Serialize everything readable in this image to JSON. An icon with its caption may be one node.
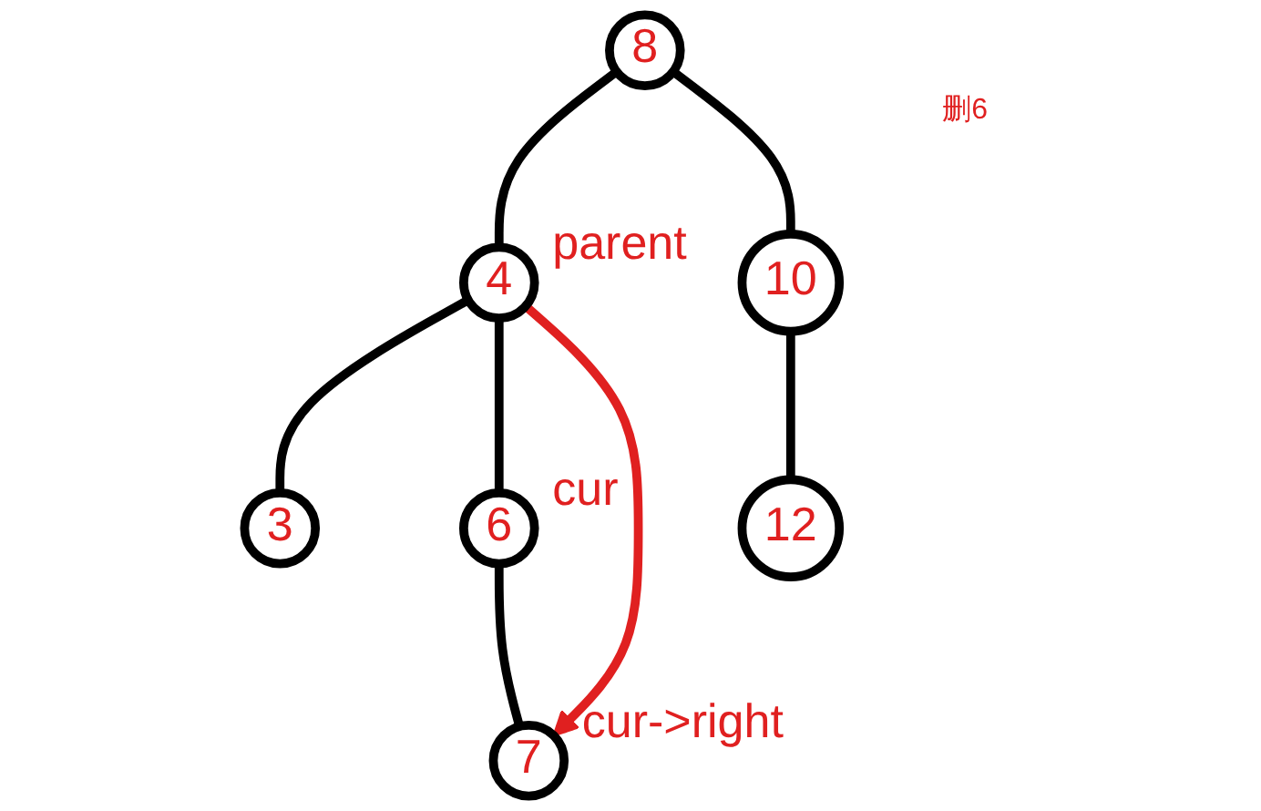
{
  "diagram": {
    "nodes": [
      {
        "text": [
          "8"
        ]
      },
      {
        "text": [
          "4"
        ],
        "beside": [
          "parent"
        ]
      },
      {
        "text": [
          "10"
        ]
      },
      {
        "text": [
          "3"
        ]
      },
      {
        "text": [
          "6"
        ],
        "beside": [
          "cur"
        ]
      },
      {
        "text": [
          "12"
        ]
      },
      {
        "text": [
          "7"
        ],
        "beside": [
          "cur->right"
        ]
      }
    ],
    "edges": [
      {
        "from": 0,
        "to": 1,
        "arrow": "none"
      },
      {
        "from": 0,
        "to": 2,
        "arrow": "none"
      },
      {
        "from": 1,
        "to": 3,
        "arrow": "none"
      },
      {
        "from": 1,
        "to": 4,
        "arrow": "none"
      },
      {
        "from": 2,
        "to": 5,
        "arrow": "none"
      },
      {
        "from": 4,
        "to": 6,
        "arrow": "none"
      },
      {
        "from": 1,
        "to": 6,
        "arrow": "to",
        "color": "#e02020"
      }
    ],
    "labels": [
      "删6"
    ]
  }
}
